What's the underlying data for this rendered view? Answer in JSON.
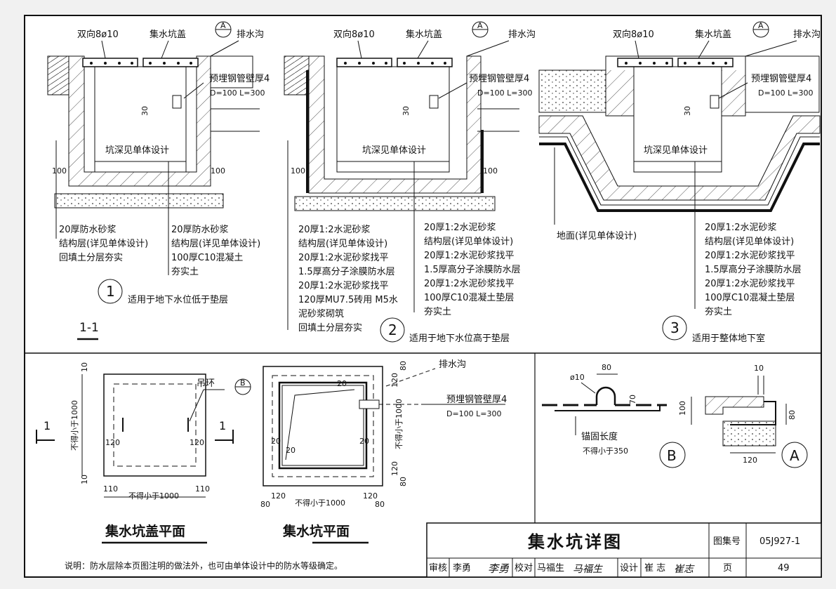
{
  "sec1": {
    "top_rebar": "双向8ø10",
    "cover": "集水坑盖",
    "drain": "排水沟",
    "sym_a": "A",
    "pipe": "预埋钢管壁厚4",
    "pipe_dim": "D=100 L=300",
    "depth": "坑深见单体设计",
    "d30": "30",
    "d100a": "100",
    "d100b": "100",
    "left1": "20厚防水砂浆",
    "left2": "结构层(详见单体设计)",
    "left3": "回填土分层夯实",
    "right1": "20厚防水砂浆",
    "right2": "结构层(详见单体设计)",
    "right3": "100厚C10混凝土",
    "right4": "夯实土",
    "num": "1",
    "caption": "适用于地下水位低于垫层",
    "section": "1-1"
  },
  "sec2": {
    "top_rebar": "双向8ø10",
    "cover": "集水坑盖",
    "drain": "排水沟",
    "sym_a": "A",
    "pipe": "预埋钢管壁厚4",
    "pipe_dim": "D=100 L=300",
    "depth": "坑深见单体设计",
    "d30": "30",
    "d100a": "100",
    "d100b": "100",
    "left": [
      "20厚1:2水泥砂浆",
      "结构层(详见单体设计)",
      "20厚1:2水泥砂浆找平",
      "1.5厚高分子涂膜防水层",
      "20厚1:2水泥砂浆找平",
      "120厚MU7.5砖用 M5水",
      "泥砂浆砌筑",
      "回填土分层夯实"
    ],
    "right": [
      "20厚1:2水泥砂浆",
      "结构层(详见单体设计)",
      "20厚1:2水泥砂浆找平",
      "1.5厚高分子涂膜防水层",
      "20厚1:2水泥砂浆找平",
      "100厚C10混凝土垫层",
      "夯实土"
    ],
    "num": "2",
    "caption": "适用于地下水位高于垫层"
  },
  "sec3": {
    "top_rebar": "双向8ø10",
    "cover": "集水坑盖",
    "drain": "排水沟",
    "sym_a": "A",
    "pipe": "预埋钢管壁厚4",
    "pipe_dim": "D=100 L=300",
    "depth": "坑深见单体设计",
    "d30": "30",
    "ground": "地面(详见单体设计)",
    "right": [
      "20厚1:2水泥砂浆",
      "结构层(详见单体设计)",
      "20厚1:2水泥砂浆找平",
      "1.5厚高分子涂膜防水层",
      "20厚1:2水泥砂浆找平",
      "100厚C10混凝土垫层",
      "夯实土"
    ],
    "num": "3",
    "caption": "适用于整体地下室"
  },
  "cover_plan": {
    "title": "集水坑盖平面",
    "ring": "吊环",
    "sym_b": "B",
    "d10": "10",
    "d110": "110",
    "d120": "120",
    "side": "不得小于1000",
    "bottom": "不得小于1000",
    "cut": "1"
  },
  "pit_plan": {
    "title": "集水坑平面",
    "drain": "排水沟",
    "pipe": "预埋钢管壁厚4",
    "pipe_dim": "D=100 L=300",
    "d20": "20",
    "d80": "80",
    "d120": "120",
    "side": "不得小于1000",
    "bottom": "不得小于1000"
  },
  "detail_b": {
    "d80": "80",
    "phi": "ø10",
    "d70": "70",
    "anchor": "锚固长度",
    "anchor_min": "不得小于350",
    "sym": "B"
  },
  "detail_a": {
    "d10": "10",
    "d100": "100",
    "d80": "80",
    "d120": "120",
    "sym": "A"
  },
  "note": "说明：防水层除本页图注明的做法外，也可由单体设计中的防水等级确定。",
  "title_block": {
    "title": "集水坑详图",
    "atlas_label": "图集号",
    "atlas_no": "05J927-1",
    "check_label": "审核",
    "check_name": "李勇",
    "check_sig": "李勇",
    "proof_label": "校对",
    "proof_name": "马福生",
    "proof_sig": "马福生",
    "design_label": "设计",
    "design_name": "崔 志",
    "design_sig": "崔志",
    "page_label": "页",
    "page_no": "49"
  }
}
